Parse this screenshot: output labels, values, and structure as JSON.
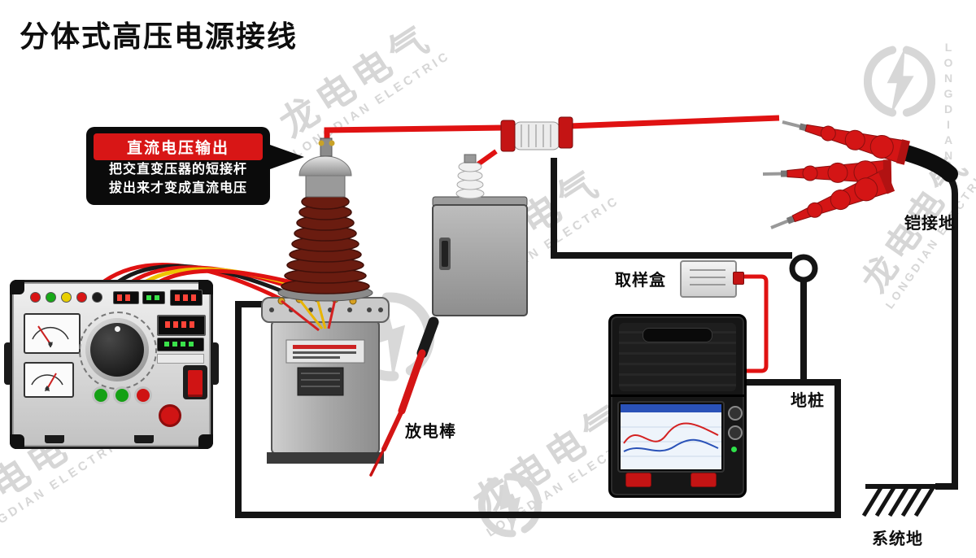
{
  "title": "分体式高压电源接线",
  "callout": {
    "header": "直流电压输出",
    "body_line1": "把交直变压器的短接杆",
    "body_line2": "拔出来才变成直流电压"
  },
  "labels": {
    "discharge_rod": "放电棒",
    "sampling_box": "取样盒",
    "ground_stake": "地桩",
    "armor_ground": "铠接地",
    "system_ground": "系统地"
  },
  "watermark": {
    "cn": "龙电电气",
    "en": "LONGDIAN ELECTRIC"
  },
  "logo": {
    "text": "LONGDIAN"
  },
  "console": {
    "meter_v_label": "V",
    "meter_a_label": "A"
  },
  "colors": {
    "wire_red": "#e01212",
    "wire_black": "#141414",
    "wire_yellow": "#eec400",
    "bushing_maroon": "#6a1c10",
    "callout_red": "#d81616",
    "watermark_gray": "#d6d6d6"
  }
}
